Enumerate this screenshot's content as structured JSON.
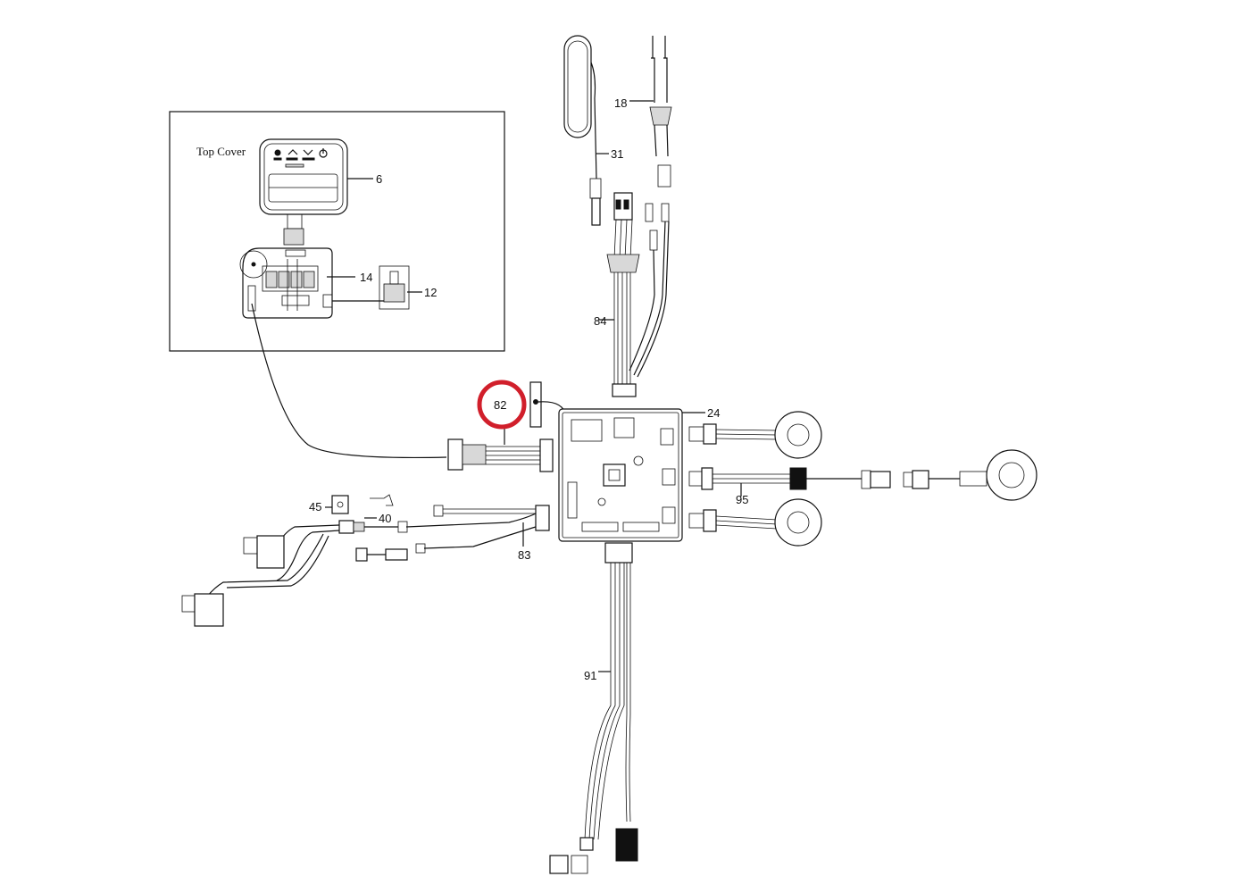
{
  "inset": {
    "title": "Top Cover"
  },
  "callouts": {
    "p6": "6",
    "p12": "12",
    "p14": "14",
    "p18": "18",
    "p24": "24",
    "p31": "31",
    "p40": "40",
    "p45": "45",
    "p82": "82",
    "p83": "83",
    "p84": "84",
    "p91": "91",
    "p95": "95"
  },
  "highlight": {
    "part": "82",
    "color": "#d11f2b"
  },
  "panel_icons": [
    "grid-icon",
    "chevron-up-icon",
    "chevron-down-icon",
    "power-icon"
  ],
  "colors": {
    "line": "#111111",
    "background": "#ffffff"
  }
}
